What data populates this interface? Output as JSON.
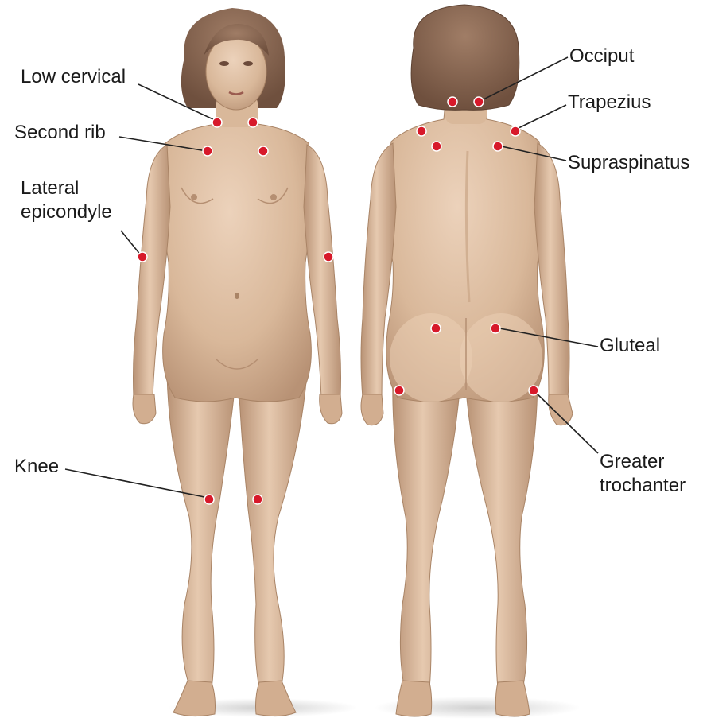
{
  "labels": {
    "low_cervical": "Low cervical",
    "second_rib": "Second rib",
    "lateral_epicondyle": [
      "Lateral",
      "epicondyle"
    ],
    "knee": "Knee",
    "occiput": "Occiput",
    "trapezius": "Trapezius",
    "supraspinatus": "Supraspinatus",
    "gluteal": "Gluteal",
    "greater_trochanter": [
      "Greater",
      "trochanter"
    ]
  },
  "colors": {
    "skin": "#d9b89a",
    "skin_shadow": "#b58f72",
    "hair": "#8a6650",
    "tender_point": "#d7192a",
    "leader_line": "#222222"
  },
  "icons": {
    "tender_point": "red-dot-icon"
  }
}
